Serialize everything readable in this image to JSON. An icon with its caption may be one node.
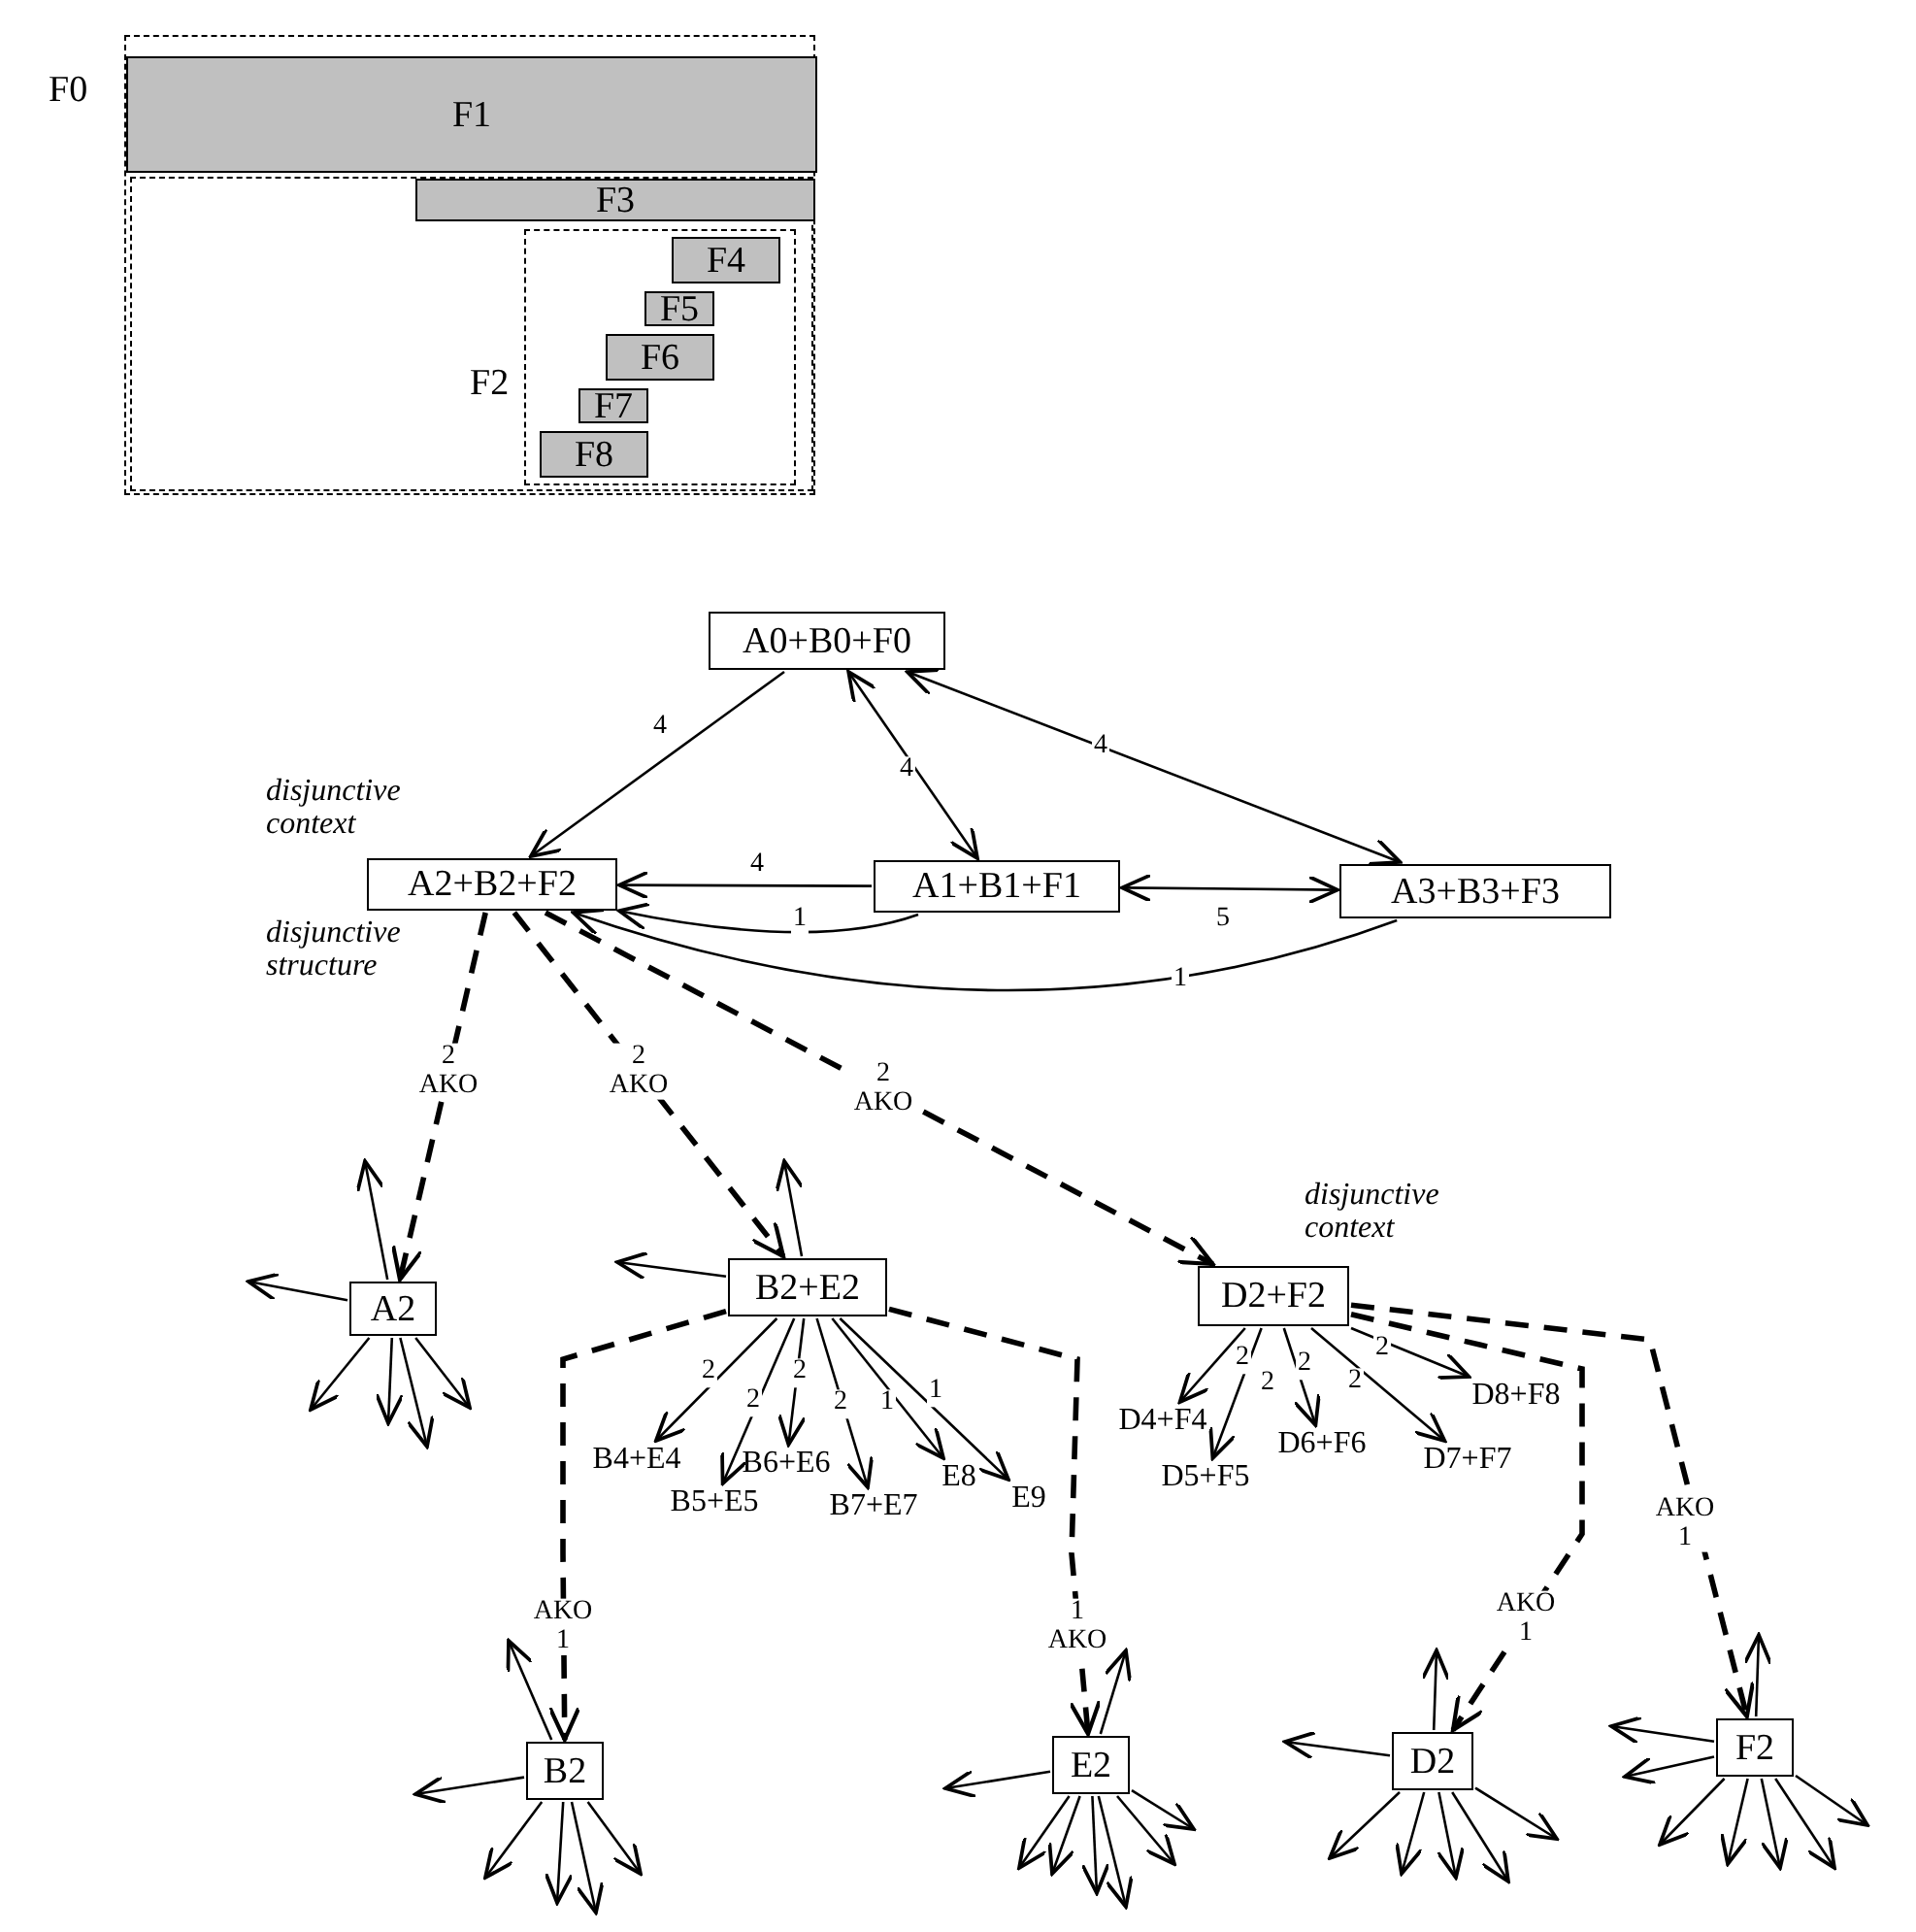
{
  "diagram": {
    "nodes": [
      {
        "text": [
          "F0"
        ]
      },
      {
        "text": [
          "F1"
        ],
        "in": 0
      },
      {
        "text": [
          "F2"
        ],
        "in": 0
      },
      {
        "text": [
          "F3"
        ],
        "in": 2
      },
      {
        "text": [],
        "shape": "box",
        "in": 2
      },
      {
        "text": [
          "F4"
        ],
        "in": 4
      },
      {
        "text": [
          "F5"
        ],
        "in": 4
      },
      {
        "text": [
          "F6"
        ],
        "in": 4
      },
      {
        "text": [
          "F7"
        ],
        "in": 4
      },
      {
        "text": [
          "F8"
        ],
        "in": 4
      },
      {
        "text": [
          "A0+B0+F0"
        ]
      },
      {
        "text": [
          "A2+B2+F2"
        ],
        "beside": [
          "disjunctive context",
          "disjunctive structure"
        ]
      },
      {
        "text": [
          "A1+B1+F1"
        ]
      },
      {
        "text": [
          "A3+B3+F3"
        ]
      },
      {
        "text": [
          "A2"
        ]
      },
      {
        "text": [
          "B2+E2"
        ]
      },
      {
        "text": [
          "D2+F2"
        ],
        "beside": [
          "disjunctive context"
        ]
      },
      {
        "text": [
          "B4+E4"
        ]
      },
      {
        "text": [
          "B5+E5"
        ]
      },
      {
        "text": [
          "B6+E6"
        ]
      },
      {
        "text": [
          "B7+E7"
        ]
      },
      {
        "text": [
          "E8"
        ]
      },
      {
        "text": [
          "E9"
        ]
      },
      {
        "text": [
          "D4+F4"
        ]
      },
      {
        "text": [
          "D5+F5"
        ]
      },
      {
        "text": [
          "D6+F6"
        ]
      },
      {
        "text": [
          "D7+F7"
        ]
      },
      {
        "text": [
          "D8+F8"
        ]
      },
      {
        "text": [
          "B2"
        ]
      },
      {
        "text": [
          "E2"
        ]
      },
      {
        "text": [
          "D2"
        ]
      },
      {
        "text": [
          "F2"
        ]
      }
    ],
    "edges": [
      {
        "from": 10,
        "to": 11,
        "arrow": "to",
        "label": "4"
      },
      {
        "from": 10,
        "to": 12,
        "arrow": "both",
        "label": "4"
      },
      {
        "from": 10,
        "to": 13,
        "arrow": "both",
        "label": "4"
      },
      {
        "from": 12,
        "to": 11,
        "arrow": "to",
        "label": "4"
      },
      {
        "from": 12,
        "to": 11,
        "arrow": "to",
        "label": "1"
      },
      {
        "from": 12,
        "to": 13,
        "arrow": "both",
        "label": "5"
      },
      {
        "from": 13,
        "to": 11,
        "arrow": "to",
        "label": "1"
      },
      {
        "from": 11,
        "to": 14,
        "arrow": "to",
        "label": "2 AKO",
        "style": "dashed"
      },
      {
        "from": 11,
        "to": 15,
        "arrow": "to",
        "label": "2 AKO",
        "style": "dashed"
      },
      {
        "from": 11,
        "to": 16,
        "arrow": "to",
        "label": "2 AKO",
        "style": "dashed"
      },
      {
        "from": 15,
        "to": 17,
        "arrow": "to",
        "label": "2"
      },
      {
        "from": 15,
        "to": 18,
        "arrow": "to",
        "label": "2"
      },
      {
        "from": 15,
        "to": 19,
        "arrow": "to",
        "label": "2"
      },
      {
        "from": 15,
        "to": 20,
        "arrow": "to",
        "label": "2"
      },
      {
        "from": 15,
        "to": 21,
        "arrow": "to",
        "label": "1"
      },
      {
        "from": 15,
        "to": 22,
        "arrow": "to",
        "label": "1"
      },
      {
        "from": 16,
        "to": 23,
        "arrow": "to",
        "label": "2"
      },
      {
        "from": 16,
        "to": 24,
        "arrow": "to",
        "label": "2"
      },
      {
        "from": 16,
        "to": 25,
        "arrow": "to",
        "label": "2"
      },
      {
        "from": 16,
        "to": 26,
        "arrow": "to",
        "label": "2"
      },
      {
        "from": 16,
        "to": 27,
        "arrow": "to",
        "label": "2"
      },
      {
        "from": 15,
        "to": 28,
        "arrow": "to",
        "label": "AKO 1",
        "style": "dashed"
      },
      {
        "from": 15,
        "to": 29,
        "arrow": "to",
        "label": "1 AKO",
        "style": "dashed"
      },
      {
        "from": 16,
        "to": 30,
        "arrow": "to",
        "label": "AKO 1",
        "style": "dashed"
      },
      {
        "from": 16,
        "to": 31,
        "arrow": "to",
        "label": "AKO 1",
        "style": "dashed"
      },
      {
        "from": 14,
        "to": null,
        "arrow": "to"
      },
      {
        "from": 14,
        "to": null,
        "arrow": "to"
      },
      {
        "from": 14,
        "to": null,
        "arrow": "to"
      },
      {
        "from": 14,
        "to": null,
        "arrow": "to"
      },
      {
        "from": 14,
        "to": null,
        "arrow": "to"
      },
      {
        "from": 14,
        "to": null,
        "arrow": "to"
      },
      {
        "from": 15,
        "to": null,
        "arrow": "to"
      },
      {
        "from": 15,
        "to": null,
        "arrow": "to"
      },
      {
        "from": 28,
        "to": null,
        "arrow": "to"
      },
      {
        "from": 28,
        "to": null,
        "arrow": "to"
      },
      {
        "from": 28,
        "to": null,
        "arrow": "to"
      },
      {
        "from": 28,
        "to": null,
        "arrow": "to"
      },
      {
        "from": 28,
        "to": null,
        "arrow": "to"
      },
      {
        "from": 28,
        "to": null,
        "arrow": "to"
      },
      {
        "from": 29,
        "to": null,
        "arrow": "to"
      },
      {
        "from": 29,
        "to": null,
        "arrow": "to"
      },
      {
        "from": 29,
        "to": null,
        "arrow": "to"
      },
      {
        "from": 29,
        "to": null,
        "arrow": "to"
      },
      {
        "from": 29,
        "to": null,
        "arrow": "to"
      },
      {
        "from": 29,
        "to": null,
        "arrow": "to"
      },
      {
        "from": 29,
        "to": null,
        "arrow": "to"
      },
      {
        "from": 29,
        "to": null,
        "arrow": "to"
      },
      {
        "from": 30,
        "to": null,
        "arrow": "to"
      },
      {
        "from": 30,
        "to": null,
        "arrow": "to"
      },
      {
        "from": 30,
        "to": null,
        "arrow": "to"
      },
      {
        "from": 30,
        "to": null,
        "arrow": "to"
      },
      {
        "from": 30,
        "to": null,
        "arrow": "to"
      },
      {
        "from": 30,
        "to": null,
        "arrow": "to"
      },
      {
        "from": 30,
        "to": null,
        "arrow": "to"
      },
      {
        "from": 31,
        "to": null,
        "arrow": "to"
      },
      {
        "from": 31,
        "to": null,
        "arrow": "to"
      },
      {
        "from": 31,
        "to": null,
        "arrow": "to"
      },
      {
        "from": 31,
        "to": null,
        "arrow": "to"
      },
      {
        "from": 31,
        "to": null,
        "arrow": "to"
      },
      {
        "from": 31,
        "to": null,
        "arrow": "to"
      },
      {
        "from": 31,
        "to": null,
        "arrow": "to"
      },
      {
        "from": 31,
        "to": null,
        "arrow": "to"
      }
    ]
  }
}
